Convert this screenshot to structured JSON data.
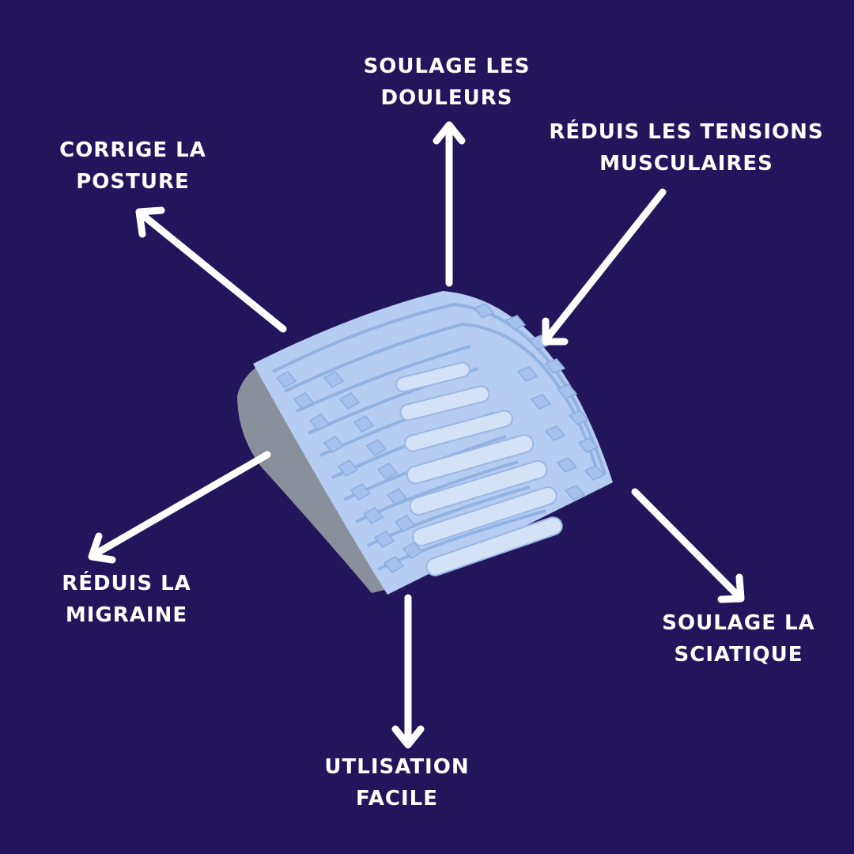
{
  "theme": {
    "background": "#23155b",
    "text_color": "#ffffff",
    "arrow_color": "#ffffff",
    "product_color": "#b4cdf0",
    "product_side_color": "#8a8f9c"
  },
  "product": {
    "name": "back-stretcher-cushion"
  },
  "benefits": [
    {
      "id": "pain-relief",
      "line1": "SOULAGE LES",
      "line2": "DOULEURS",
      "arrow_direction": "up"
    },
    {
      "id": "muscle-tension",
      "line1": "RÉDUIS LES TENSIONS",
      "line2": "MUSCULAIRES",
      "arrow_direction": "down-left"
    },
    {
      "id": "posture",
      "line1": "CORRIGE LA",
      "line2": "POSTURE",
      "arrow_direction": "up-left"
    },
    {
      "id": "migraine",
      "line1": "RÉDUIS LA",
      "line2": "MIGRAINE",
      "arrow_direction": "down-left"
    },
    {
      "id": "sciatica",
      "line1": "SOULAGE LA",
      "line2": "SCIATIQUE",
      "arrow_direction": "down-right"
    },
    {
      "id": "easy-use",
      "line1": "UTLISATION",
      "line2": "FACILE",
      "arrow_direction": "down"
    }
  ]
}
